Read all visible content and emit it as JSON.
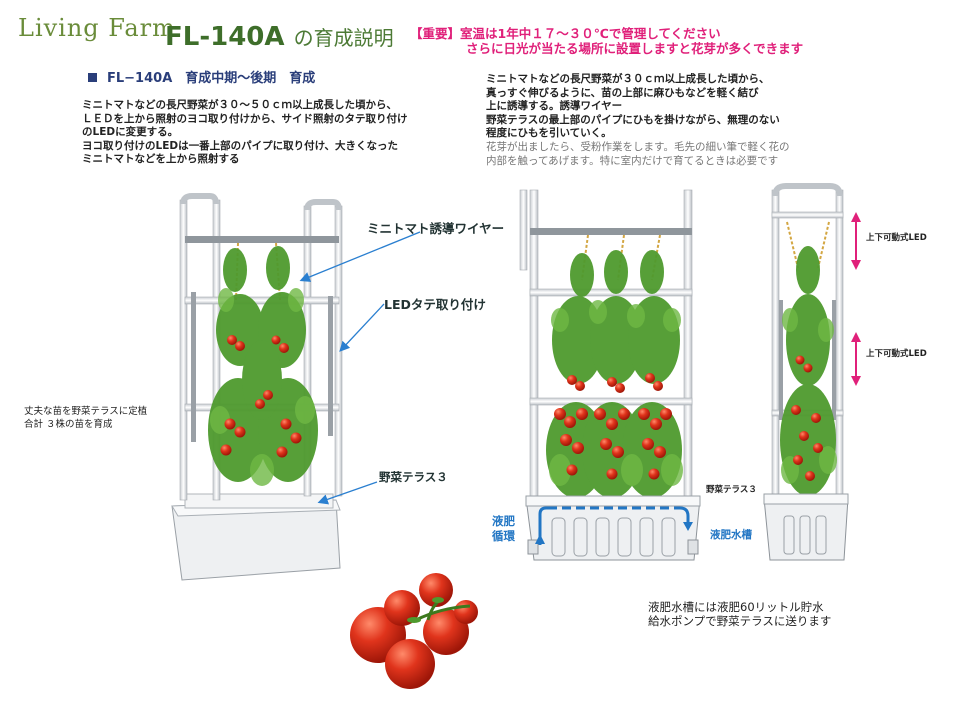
{
  "logo": "Living Farm",
  "title": {
    "model": "FL-140A",
    "suffix": "の育成説明"
  },
  "notice": {
    "line1": "【重要】室温は1年中１７～３０℃で管理してください",
    "line2": "さらに日光が当たる場所に設置しますと花芽が多くできます"
  },
  "section_heading": "FL−140A　育成中期～後期　育成",
  "left_description": [
    "ミニトマトなどの長尺野菜が３０～５０ｃｍ以上成長した頃から、",
    "ＬＥＤを上から照射のヨコ取り付けから、サイド照射のタテ取り付け",
    "のLEDに変更する。",
    "ヨコ取り付けのLEDは一番上部のパイプに取り付け、大きくなった",
    "ミニトマトなどを上から照射する"
  ],
  "right_description": [
    "ミニトマトなどの長尺野菜が３０ｃｍ以上成長した頃から、",
    "真っすぐ伸びるように、苗の上部に麻ひもなどを軽く結び",
    "上に誘導する。誘導ワイヤー",
    "野菜テラスの最上部のパイプにひもを掛けながら、無理のない",
    "程度にひもを引いていく。"
  ],
  "right_description_note": [
    "花芽が出ましたら、受粉作業をします。毛先の細い筆で軽く花の",
    "内部を触ってあげます。特に室内だけで育てるときは必要です"
  ],
  "labels": {
    "wire": "ミニトマト誘導ワイヤー",
    "led_vertical": "LEDタテ取り付け",
    "seedling_line1": "丈夫な苗を野菜テラスに定植",
    "seedling_line2": "合計 ３株の苗を育成",
    "terrace": "野菜テラス３",
    "terrace_small": "野菜テラス３",
    "nutrient_line1": "液肥",
    "nutrient_line2": "循環",
    "tank": "液肥水槽",
    "led_adjustable_1": "上下可動式LED",
    "led_adjustable_2": "上下可動式LED"
  },
  "bottom_note": [
    "液肥水槽には液肥60リットル貯水",
    "給水ポンプで野菜テラスに送ります"
  ],
  "colors": {
    "brand_green": "#3e6e2a",
    "notice_pink": "#e0207a",
    "heading_navy": "#2a3e7a",
    "flow_blue": "#2276c4",
    "arrow_magenta": "#e0207a",
    "tomato_red": "#d8301c",
    "leaf_green": "#4f9a2e"
  }
}
